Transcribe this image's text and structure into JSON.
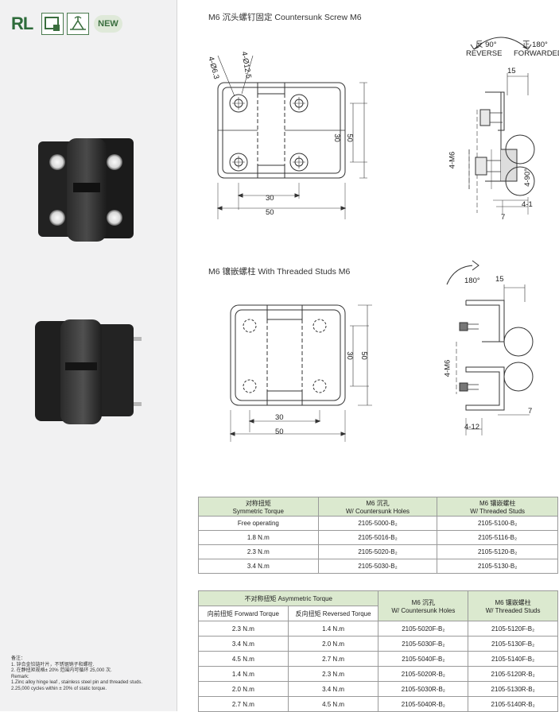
{
  "badges": {
    "rl": "RL",
    "new": "NEW"
  },
  "section1": {
    "title": "M6 沉头螺钉固定 Countersunk Screw M6",
    "dims": {
      "hole_small": "4-Ø6.3",
      "hole_large": "4-Ø12.5",
      "w30": "30",
      "w50": "50",
      "h30": "30",
      "h50": "50"
    },
    "side": {
      "reverse_top": "反 90°",
      "reverse": "REVERSE",
      "forward_top": "正 180°",
      "forward": "FORWARDED",
      "d15": "15",
      "m6": "4-M6",
      "angle": "4-90°",
      "d7": "7",
      "d41": "4-1"
    }
  },
  "section2": {
    "title": "M6 镶嵌螺柱 With Threaded Studs M6",
    "dims": {
      "w30": "30",
      "w50": "50",
      "h30": "30",
      "h50": "50"
    },
    "side": {
      "rot": "180°",
      "d15": "15",
      "m6": "4-M6",
      "d7": "7",
      "d412": "4-12"
    }
  },
  "table1": {
    "headers": [
      [
        "对称扭矩",
        "Symmetric Torque"
      ],
      [
        "M6 沉孔",
        "W/ Countersunk Holes"
      ],
      [
        "M6 镶嵌螺柱",
        "W/ Threaded Studs"
      ]
    ],
    "rows": [
      [
        "Free operating",
        "2105-5000-B₂",
        "2105-5100-B₂"
      ],
      [
        "1.8 N.m",
        "2105-5016-B₂",
        "2105-5116-B₂"
      ],
      [
        "2.3 N.m",
        "2105-5020-B₂",
        "2105-5120-B₂"
      ],
      [
        "3.4 N.m",
        "2105-5030-B₂",
        "2105-5130-B₂"
      ]
    ]
  },
  "table2": {
    "group_header": "不对称扭矩 Asymmetric Torque",
    "sub_headers": [
      "向前扭矩 Forward Torque",
      "反向扭矩 Reversed Torque"
    ],
    "headers": [
      [
        "M6 沉孔",
        "W/ Countersunk Holes"
      ],
      [
        "M6 镶嵌螺柱",
        "W/ Threaded Studs"
      ]
    ],
    "rows": [
      [
        "2.3 N.m",
        "1.4 N.m",
        "2105-5020F-B₂",
        "2105-5120F-B₂"
      ],
      [
        "3.4 N.m",
        "2.0 N.m",
        "2105-5030F-B₂",
        "2105-5130F-B₂"
      ],
      [
        "4.5 N.m",
        "2.7 N.m",
        "2105-5040F-B₂",
        "2105-5140F-B₂"
      ],
      [
        "1.4 N.m",
        "2.3 N.m",
        "2105-5020R-B₂",
        "2105-5120R-B₂"
      ],
      [
        "2.0 N.m",
        "3.4 N.m",
        "2105-5030R-B₂",
        "2105-5130R-B₂"
      ],
      [
        "2.7 N.m",
        "4.5 N.m",
        "2105-5040R-B₂",
        "2105-5140R-B₂"
      ]
    ]
  },
  "notes": {
    "heading": "备注：",
    "cn1": "1. 锌合金铰链叶片，不锈钢销子和螺栓.",
    "cn2": "2. 在静扭矩规格± 20% 范围内可循环 25,000 次.",
    "en_heading": "Remark:",
    "en1": "1.Zinc alloy hinge leaf , stainless steel pin and threaded studs.",
    "en2": "2.25,000 cycles within ± 20% of static torque."
  },
  "colors": {
    "header_green": "#dbe9cf",
    "brand_green": "#2d6b3a",
    "sidebar": "#f1f1f2"
  }
}
